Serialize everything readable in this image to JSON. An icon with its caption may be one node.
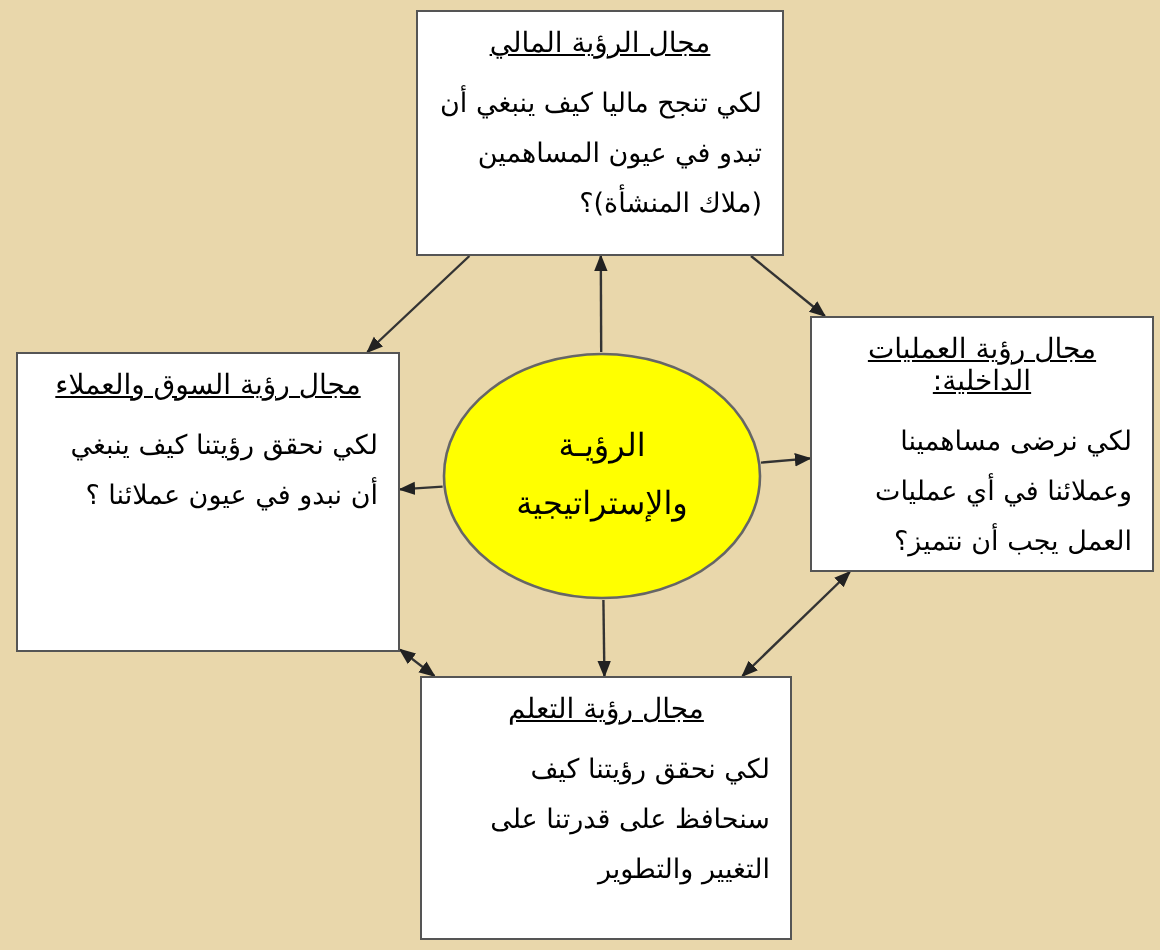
{
  "diagram": {
    "nodes": [
      {
        "text": [
          "مجال الرؤية المالي",
          "لكي تنجح ماليا كيف ينبغي أن تبدو في عيون المساهمين (ملاك المنشأة)؟"
        ]
      },
      {
        "text": [
          "مجال رؤية السوق والعملاء",
          "لكي نحقق رؤيتنا كيف ينبغي أن نبدو في عيون عملائنا ؟"
        ]
      },
      {
        "text": [
          "الرؤيـة والإستراتيجية"
        ]
      },
      {
        "text": [
          "مجال رؤية العمليات الداخلية:",
          "لكي نرضى مساهمينا وعملائنا في أي عمليات العمل يجب أن نتميز؟"
        ]
      },
      {
        "text": [
          "مجال رؤية التعلم",
          "لكي نحقق رؤيتنا كيف سنحافظ على قدرتنا على التغيير والتطوير"
        ]
      }
    ],
    "edges": [
      {
        "from": 2,
        "to": 0,
        "arrow": "to"
      },
      {
        "from": 2,
        "to": 1,
        "arrow": "to"
      },
      {
        "from": 2,
        "to": 3,
        "arrow": "to"
      },
      {
        "from": 2,
        "to": 4,
        "arrow": "to"
      },
      {
        "from": 0,
        "to": 1,
        "arrow": "to"
      },
      {
        "from": 0,
        "to": 3,
        "arrow": "to"
      },
      {
        "from": 1,
        "to": 4,
        "arrow": "both"
      },
      {
        "from": 3,
        "to": 4,
        "arrow": "both"
      }
    ]
  }
}
